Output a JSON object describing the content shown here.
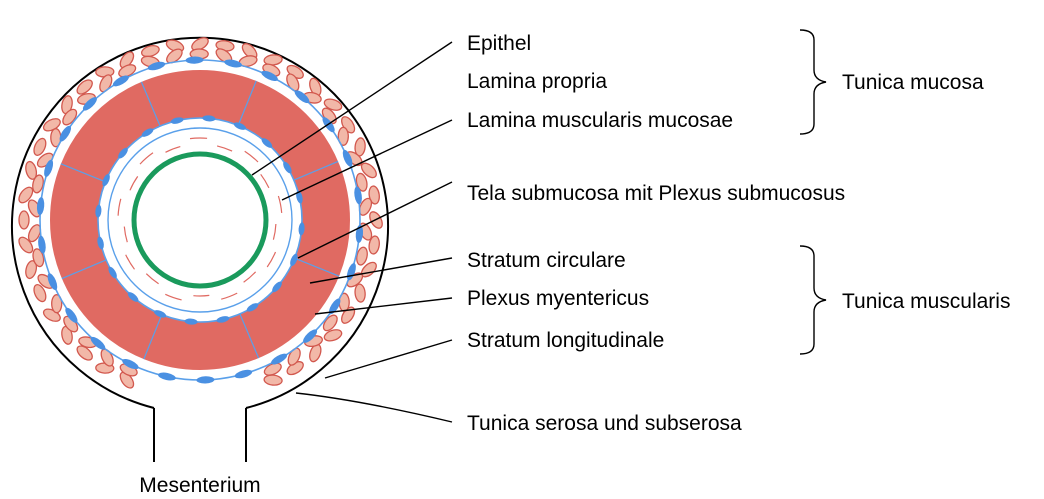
{
  "labels": {
    "epithel": "Epithel",
    "lamina_propria": "Lamina propria",
    "lamina_muscularis_mucosae": "Lamina muscularis mucosae",
    "tela_submucosa": "Tela submucosa mit Plexus submucosus",
    "stratum_circulare": "Stratum circulare",
    "plexus_myentericus": "Plexus myentericus",
    "stratum_longitudinale": "Stratum longitudinale",
    "tunica_serosa": "Tunica serosa und subserosa",
    "mesenterium": "Mesenterium"
  },
  "groups": {
    "tunica_mucosa": "Tunica mucosa",
    "tunica_muscularis": "Tunica muscularis"
  },
  "colors": {
    "epithel": "#1a9a5c",
    "muscle": "#e06a62",
    "cell_fill": "#f2b8a8",
    "cell_stroke": "#d2584e",
    "plexus": "#4a90e2",
    "plexus_line": "#5aa0ea",
    "outline": "#000000"
  }
}
